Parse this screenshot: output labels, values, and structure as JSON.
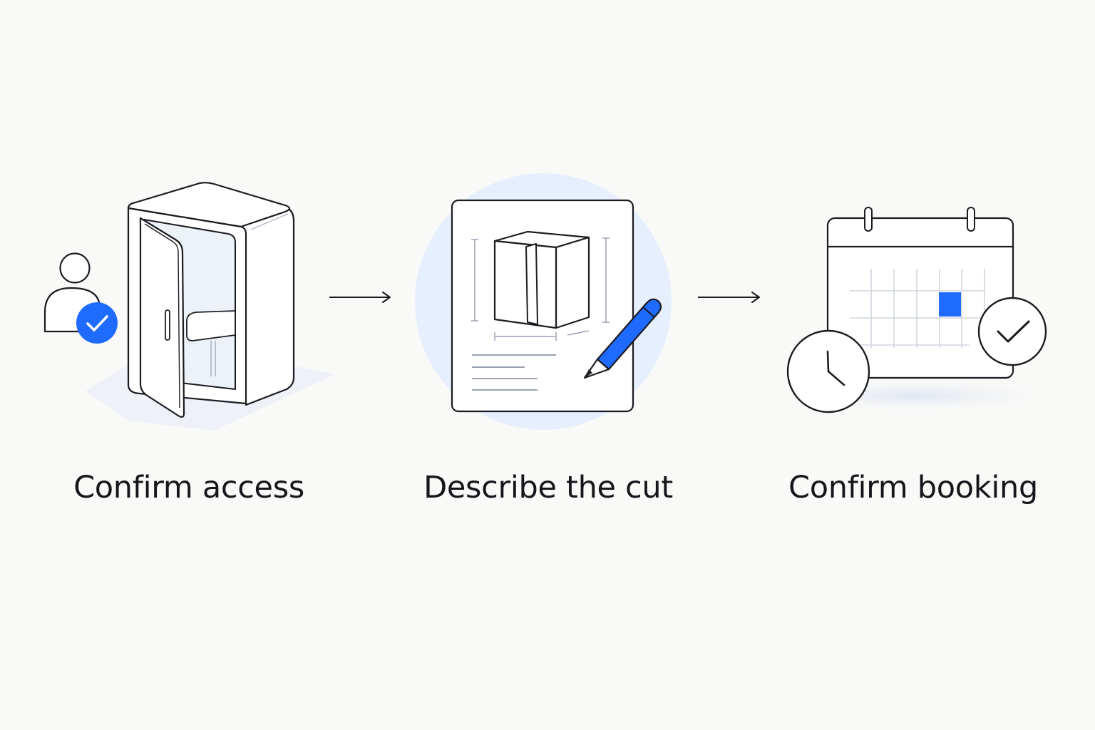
{
  "steps": [
    {
      "label": "Confirm access",
      "icon": "booth-access-icon"
    },
    {
      "label": "Describe the cut",
      "icon": "blueprint-pencil-icon"
    },
    {
      "label": "Confirm booking",
      "icon": "calendar-check-icon"
    }
  ],
  "connector_icon": "arrow-right-icon",
  "colors": {
    "background": "#f9f9f7",
    "accent": "#1f6bff",
    "line": "#1b1b22",
    "halo": "#e6effd",
    "text": "#16161c"
  }
}
